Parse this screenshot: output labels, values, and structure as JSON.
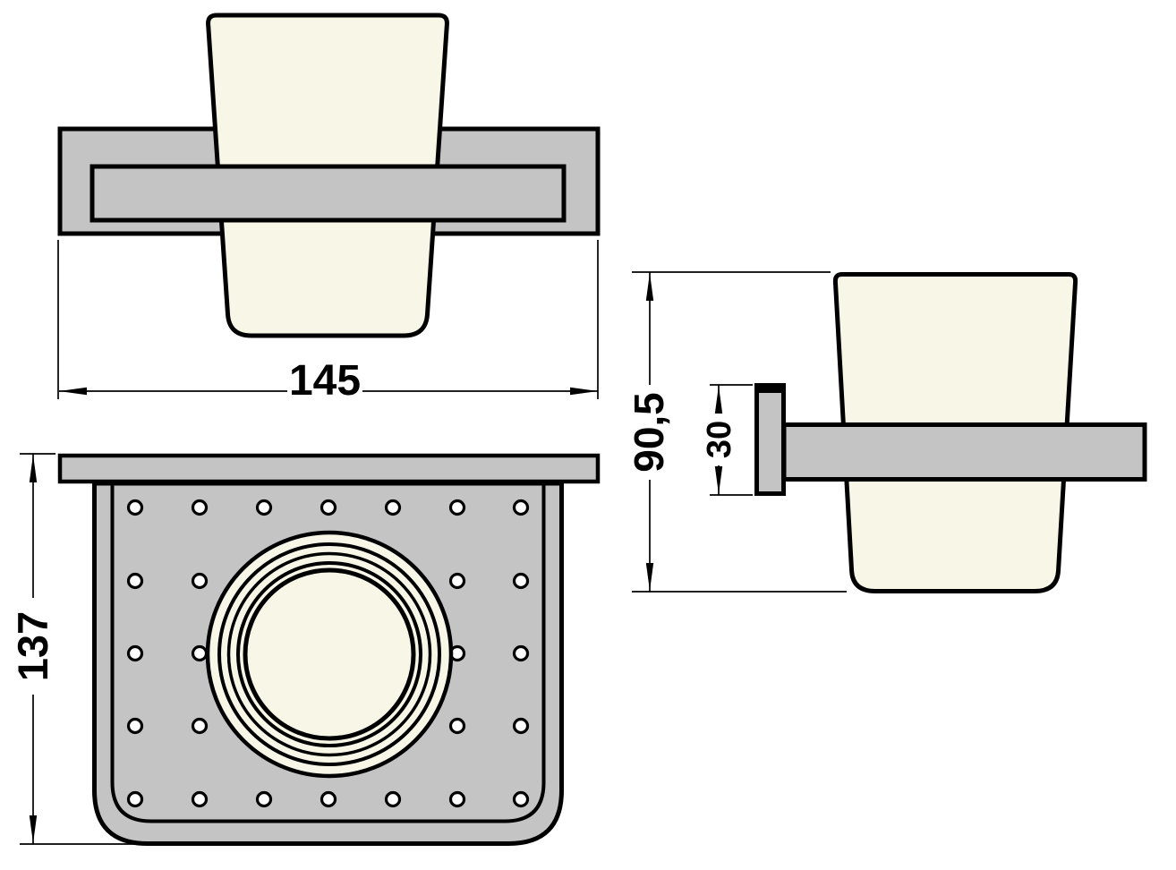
{
  "drawing": {
    "views": {
      "front": {
        "dim_width_label": "145"
      },
      "plan": {
        "dim_depth_label": "137"
      },
      "side": {
        "dim_height_label": "90,5",
        "dim_bracket_label": "30"
      }
    }
  },
  "colors": {
    "metal_gray": "#c4c4c4",
    "glass_cream": "#f8f6e7",
    "outline_black": "#000000",
    "background": "#ffffff"
  }
}
